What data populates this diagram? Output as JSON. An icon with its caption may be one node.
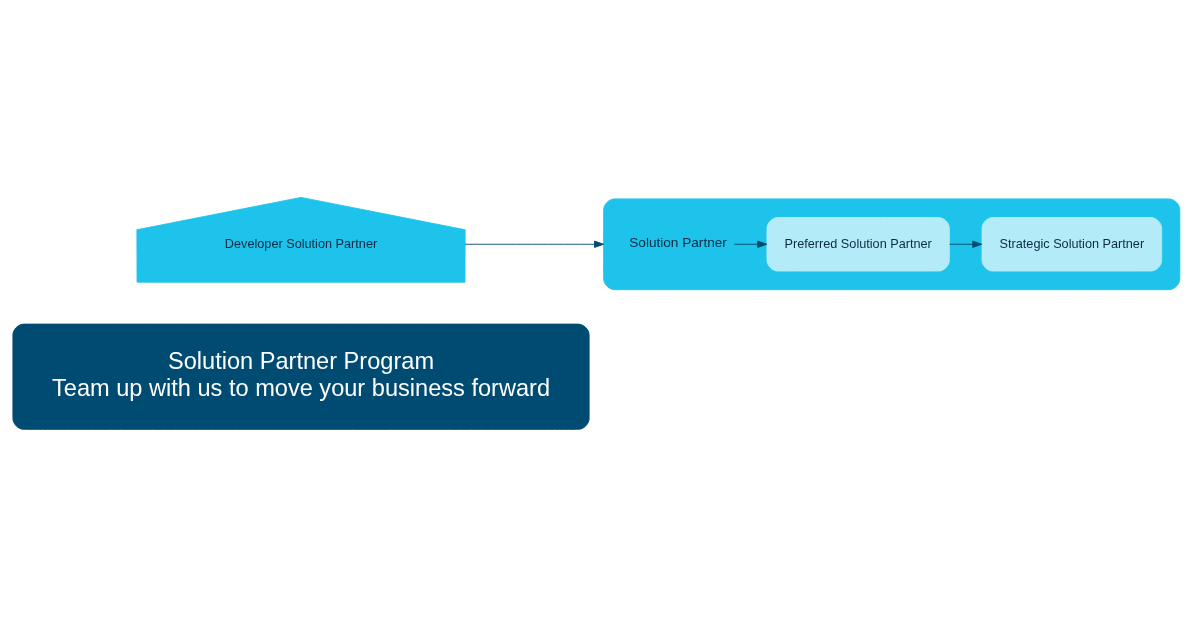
{
  "diagram": {
    "nodes": [
      {
        "text": [
          "Solution Partner Program",
          "Team up with us to move your business forward"
        ]
      },
      {
        "text": [
          "Developer Solution Partner"
        ]
      },
      {
        "text": [
          "Solution Partner"
        ]
      },
      {
        "text": [
          "Preferred Solution Partner"
        ],
        "in": 2
      },
      {
        "text": [
          "Strategic Solution Partner"
        ],
        "in": 2
      }
    ],
    "edges": [
      {
        "from": 1,
        "to": 2,
        "arrow": "to"
      },
      {
        "from": 2,
        "to": 3,
        "arrow": "to"
      },
      {
        "from": 3,
        "to": 4,
        "arrow": "to"
      }
    ]
  }
}
